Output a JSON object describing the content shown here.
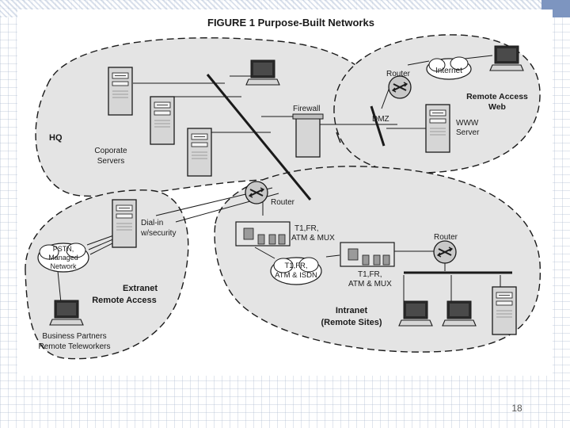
{
  "figure": {
    "title": "FIGURE 1  Purpose-Built Networks",
    "regions": {
      "hq": "HQ",
      "remote_access_web": [
        "Remote Access",
        "Web"
      ],
      "extranet": [
        "Extranet",
        "Remote Access"
      ],
      "intranet": [
        "Intranet",
        "(Remote Sites)"
      ]
    },
    "labels": {
      "corporate_servers": [
        "Coporate",
        "Servers"
      ],
      "firewall": "Firewall",
      "dmz": "DMZ",
      "router_web": "Router",
      "internet": "Internet",
      "www_server": [
        "WWW",
        "Server"
      ],
      "router_intranet": "Router",
      "t1_mux_1": [
        "T1,FR,",
        "ATM & MUX"
      ],
      "t1_isdn": [
        "T1,FR,",
        "ATM & ISDN"
      ],
      "t1_mux_2": [
        "T1,FR,",
        "ATM & MUX"
      ],
      "router_remote": "Router",
      "dial_in": [
        "Dial-in",
        "w/security"
      ],
      "pstn": [
        "PSTN,",
        "Managed",
        "Network"
      ],
      "partners": [
        "Business Partners",
        "Remote Teleworkers"
      ]
    },
    "colors": {
      "ink": "#1a1a1a",
      "region_fill": "#e4e4e4",
      "device_fill": "#d6d6d6"
    }
  },
  "page_number": "18"
}
